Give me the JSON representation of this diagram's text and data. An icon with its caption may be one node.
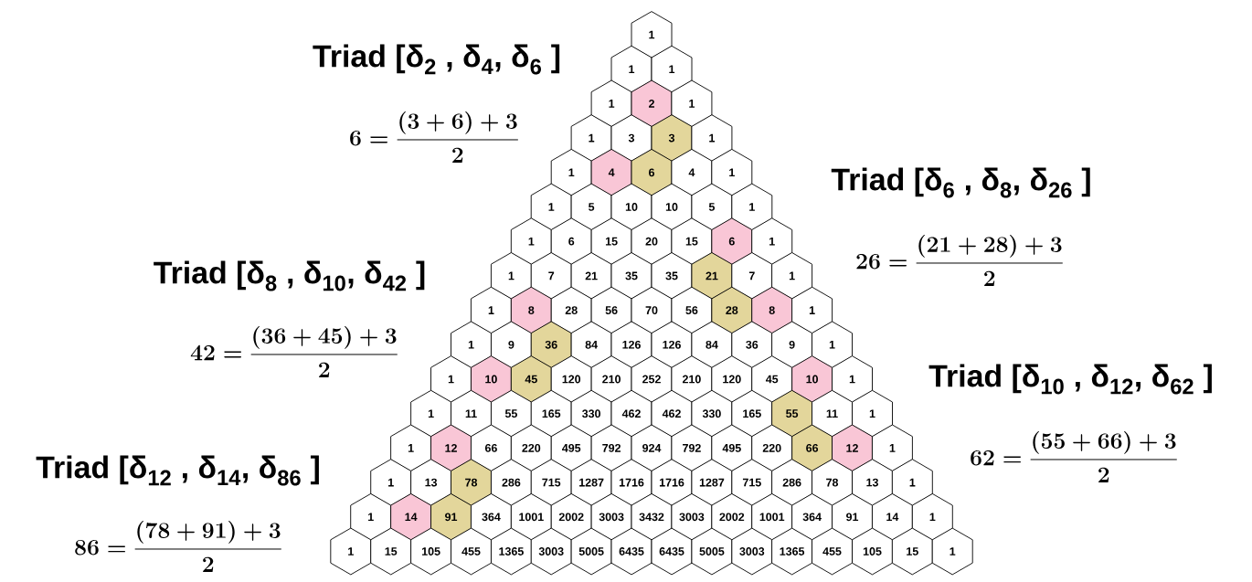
{
  "diagram": {
    "nodes": [
      {
        "text": [
          "1"
        ]
      },
      {
        "text": [
          "1"
        ]
      },
      {
        "text": [
          "1"
        ]
      },
      {
        "text": [
          "1"
        ]
      },
      {
        "text": [
          "2"
        ]
      },
      {
        "text": [
          "1"
        ]
      },
      {
        "text": [
          "1"
        ]
      },
      {
        "text": [
          "3"
        ]
      },
      {
        "text": [
          "3"
        ]
      },
      {
        "text": [
          "1"
        ]
      },
      {
        "text": [
          "1"
        ]
      },
      {
        "text": [
          "4"
        ]
      },
      {
        "text": [
          "6"
        ]
      },
      {
        "text": [
          "4"
        ]
      },
      {
        "text": [
          "1"
        ]
      },
      {
        "text": [
          "1"
        ]
      },
      {
        "text": [
          "5"
        ]
      },
      {
        "text": [
          "10"
        ]
      },
      {
        "text": [
          "10"
        ]
      },
      {
        "text": [
          "5"
        ]
      },
      {
        "text": [
          "1"
        ]
      },
      {
        "text": [
          "1"
        ]
      },
      {
        "text": [
          "6"
        ]
      },
      {
        "text": [
          "15"
        ]
      },
      {
        "text": [
          "20"
        ]
      },
      {
        "text": [
          "15"
        ]
      },
      {
        "text": [
          "6"
        ]
      },
      {
        "text": [
          "1"
        ]
      },
      {
        "text": [
          "1"
        ]
      },
      {
        "text": [
          "7"
        ]
      },
      {
        "text": [
          "21"
        ]
      },
      {
        "text": [
          "35"
        ]
      },
      {
        "text": [
          "35"
        ]
      },
      {
        "text": [
          "21"
        ]
      },
      {
        "text": [
          "7"
        ]
      },
      {
        "text": [
          "1"
        ]
      },
      {
        "text": [
          "1"
        ]
      },
      {
        "text": [
          "8"
        ]
      },
      {
        "text": [
          "28"
        ]
      },
      {
        "text": [
          "56"
        ]
      },
      {
        "text": [
          "70"
        ]
      },
      {
        "text": [
          "56"
        ]
      },
      {
        "text": [
          "28"
        ]
      },
      {
        "text": [
          "8"
        ]
      },
      {
        "text": [
          "1"
        ]
      },
      {
        "text": [
          "1"
        ]
      },
      {
        "text": [
          "9"
        ]
      },
      {
        "text": [
          "36"
        ]
      },
      {
        "text": [
          "84"
        ]
      },
      {
        "text": [
          "126"
        ]
      },
      {
        "text": [
          "126"
        ]
      },
      {
        "text": [
          "84"
        ]
      },
      {
        "text": [
          "36"
        ]
      },
      {
        "text": [
          "9"
        ]
      },
      {
        "text": [
          "1"
        ]
      },
      {
        "text": [
          "1"
        ]
      },
      {
        "text": [
          "10"
        ]
      },
      {
        "text": [
          "45"
        ]
      },
      {
        "text": [
          "120"
        ]
      },
      {
        "text": [
          "210"
        ]
      },
      {
        "text": [
          "252"
        ]
      },
      {
        "text": [
          "210"
        ]
      },
      {
        "text": [
          "120"
        ]
      },
      {
        "text": [
          "45"
        ]
      },
      {
        "text": [
          "10"
        ]
      },
      {
        "text": [
          "1"
        ]
      },
      {
        "text": [
          "1"
        ]
      },
      {
        "text": [
          "11"
        ]
      },
      {
        "text": [
          "55"
        ]
      },
      {
        "text": [
          "165"
        ]
      },
      {
        "text": [
          "330"
        ]
      },
      {
        "text": [
          "462"
        ]
      },
      {
        "text": [
          "462"
        ]
      },
      {
        "text": [
          "330"
        ]
      },
      {
        "text": [
          "165"
        ]
      },
      {
        "text": [
          "55"
        ]
      },
      {
        "text": [
          "11"
        ]
      },
      {
        "text": [
          "1"
        ]
      },
      {
        "text": [
          "1"
        ]
      },
      {
        "text": [
          "12"
        ]
      },
      {
        "text": [
          "66"
        ]
      },
      {
        "text": [
          "220"
        ]
      },
      {
        "text": [
          "495"
        ]
      },
      {
        "text": [
          "792"
        ]
      },
      {
        "text": [
          "924"
        ]
      },
      {
        "text": [
          "792"
        ]
      },
      {
        "text": [
          "495"
        ]
      },
      {
        "text": [
          "220"
        ]
      },
      {
        "text": [
          "66"
        ]
      },
      {
        "text": [
          "12"
        ]
      },
      {
        "text": [
          "1"
        ]
      },
      {
        "text": [
          "1"
        ]
      },
      {
        "text": [
          "13"
        ]
      },
      {
        "text": [
          "78"
        ]
      },
      {
        "text": [
          "286"
        ]
      },
      {
        "text": [
          "715"
        ]
      },
      {
        "text": [
          "1287"
        ]
      },
      {
        "text": [
          "1716"
        ]
      },
      {
        "text": [
          "1716"
        ]
      },
      {
        "text": [
          "1287"
        ]
      },
      {
        "text": [
          "715"
        ]
      },
      {
        "text": [
          "286"
        ]
      },
      {
        "text": [
          "78"
        ]
      },
      {
        "text": [
          "13"
        ]
      },
      {
        "text": [
          "1"
        ]
      },
      {
        "text": [
          "1"
        ]
      },
      {
        "text": [
          "14"
        ]
      },
      {
        "text": [
          "91"
        ]
      },
      {
        "text": [
          "364"
        ]
      },
      {
        "text": [
          "1001"
        ]
      },
      {
        "text": [
          "2002"
        ]
      },
      {
        "text": [
          "3003"
        ]
      },
      {
        "text": [
          "3432"
        ]
      },
      {
        "text": [
          "3003"
        ]
      },
      {
        "text": [
          "2002"
        ]
      },
      {
        "text": [
          "1001"
        ]
      },
      {
        "text": [
          "364"
        ]
      },
      {
        "text": [
          "91"
        ]
      },
      {
        "text": [
          "14"
        ]
      },
      {
        "text": [
          "1"
        ]
      },
      {
        "text": [
          "1"
        ]
      },
      {
        "text": [
          "15"
        ]
      },
      {
        "text": [
          "105"
        ]
      },
      {
        "text": [
          "455"
        ]
      },
      {
        "text": [
          "1365"
        ]
      },
      {
        "text": [
          "3003"
        ]
      },
      {
        "text": [
          "5005"
        ]
      },
      {
        "text": [
          "6435"
        ]
      },
      {
        "text": [
          "6435"
        ]
      },
      {
        "text": [
          "5005"
        ]
      },
      {
        "text": [
          "3003"
        ]
      },
      {
        "text": [
          "1365"
        ]
      },
      {
        "text": [
          "455"
        ]
      },
      {
        "text": [
          "105"
        ]
      },
      {
        "text": [
          "15"
        ]
      },
      {
        "text": [
          "1"
        ]
      }
    ],
    "labels": [
      "Triad [δ$_{2}$ , δ$_{4}$, δ$_{6}$ ]",
      "6=\\frac{(3+6)+3}{2}",
      "Triad [δ$_{6}$ , δ$_{8}$, δ$_{26}$ ]",
      "26=\\frac{(21+28)+3}{2}",
      "Triad [δ$_{8}$ , δ$_{10}$, δ$_{42}$ ]",
      "42=\\frac{(36+45)+3}{2}",
      "Triad [δ$_{10}$ , δ$_{12}$, δ$_{62}$ ]",
      "62=\\frac{(55+66)+3}{2}",
      "Triad [δ$_{12}$ , δ$_{14}$, δ$_{86}$ ]",
      "86=\\frac{(78+91)+3}{2}"
    ]
  }
}
